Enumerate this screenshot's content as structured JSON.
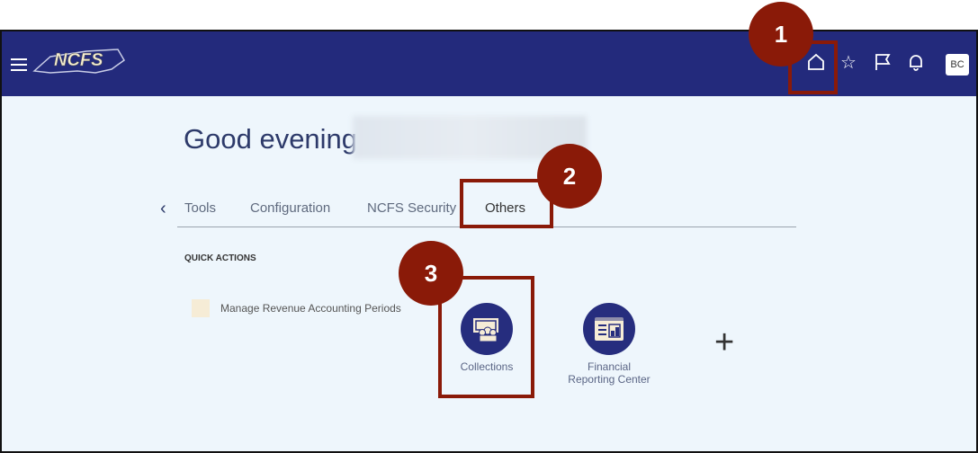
{
  "header": {
    "logo_text": "NCFS",
    "avatar_initials": "BC",
    "icons": [
      "menu-icon",
      "home-icon",
      "star-icon",
      "flag-icon",
      "bell-icon"
    ]
  },
  "greeting": "Good evening,",
  "tabs": [
    {
      "label": "Tools"
    },
    {
      "label": "Configuration"
    },
    {
      "label": "NCFS Security"
    },
    {
      "label": "Others",
      "selected": true
    }
  ],
  "quick_actions": {
    "title": "QUICK ACTIONS",
    "items": [
      {
        "label": "Manage Revenue Accounting Periods"
      }
    ]
  },
  "apps": [
    {
      "label": "Collections"
    },
    {
      "label_line1": "Financial",
      "label_line2": "Reporting Center"
    }
  ],
  "callouts": [
    "1",
    "2",
    "3"
  ],
  "colors": {
    "header": "#232a7c",
    "callout": "#8a1a08",
    "background": "#eef6fc"
  }
}
